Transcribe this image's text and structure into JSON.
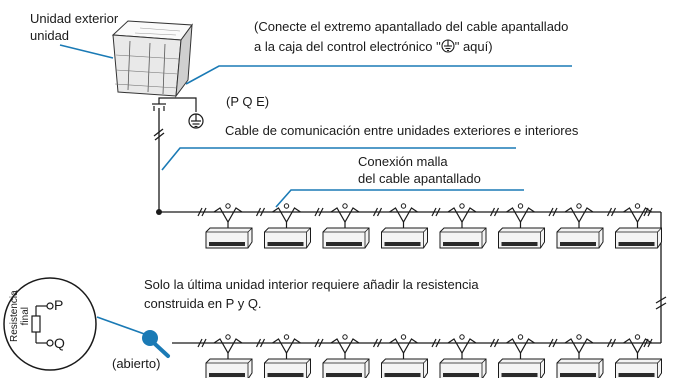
{
  "outdoor_unit": {
    "label_line1": "Unidad exterior",
    "label_line2": "unidad"
  },
  "shield_note": {
    "line1": "(Conecte el extremo apantallado del cable apantallado",
    "line2_prefix": "a la caja del control electrónico \"",
    "line2_suffix": "\" aquí)"
  },
  "terminals": {
    "label": "(P Q E)"
  },
  "cable_label": "Cable de comunicación entre unidades exteriores e interiores",
  "mesh_label": {
    "line1": "Conexión malla",
    "line2": "del cable apantallado"
  },
  "resistor_note": {
    "line1": "Solo la última unidad interior requiere añadir la resistencia",
    "line2": "construida en P y Q."
  },
  "resistor_detail": {
    "vertical_line1": "Resistencia",
    "vertical_line2": "final",
    "terminal_p": "P",
    "terminal_q": "Q"
  },
  "open_label": "(abierto)",
  "colors": {
    "leader_line": "#1a7ab5",
    "magnifier": "#1a7ab5",
    "wire": "#1a1a1a",
    "unit_body": "#f4f4f4"
  },
  "icons": [
    "outdoor-unit-icon",
    "ground-icon",
    "indoor-unit-icon",
    "magnifier-icon",
    "resistor-icon"
  ],
  "indoor_units": {
    "top_row_count": 8,
    "bottom_row_count": 8
  }
}
